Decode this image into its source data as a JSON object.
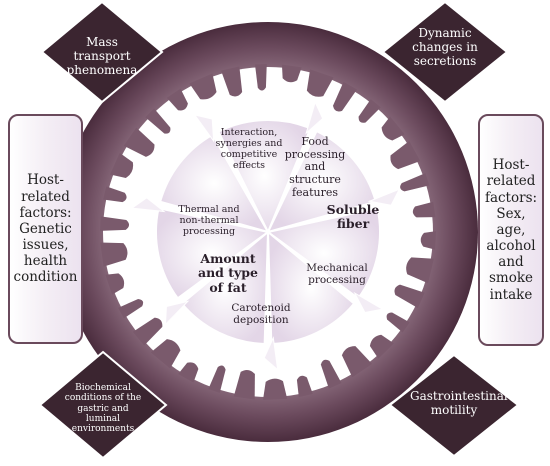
{
  "diamonds": {
    "top_left": "Mass transport phenomena",
    "top_right": "Dynamic changes in secretions",
    "bottom_left": "Biochemical conditions of the gastric and luminal environments",
    "bottom_right": "Gastrointestinal motility"
  },
  "side_boxes": {
    "left": "Host-related factors: Genetic issues, health condition",
    "right": "Host-related factors: Sex, age, alcohol and smoke intake"
  },
  "segments": {
    "interaction": "Interaction, synergies and competitive effects",
    "food_processing": "Food processing and structure features",
    "soluble_fiber": "Soluble fiber",
    "mechanical": "Mechanical processing",
    "carotenoid": "Carotenoid deposition",
    "fat": "Amount and type of fat",
    "thermal": "Thermal and non-thermal processing"
  },
  "colors": {
    "ring": "#5b3a4c",
    "ring_light": "#8a6a7c",
    "diamond": "#3b2530",
    "segment_fill": "#efe6f1"
  }
}
